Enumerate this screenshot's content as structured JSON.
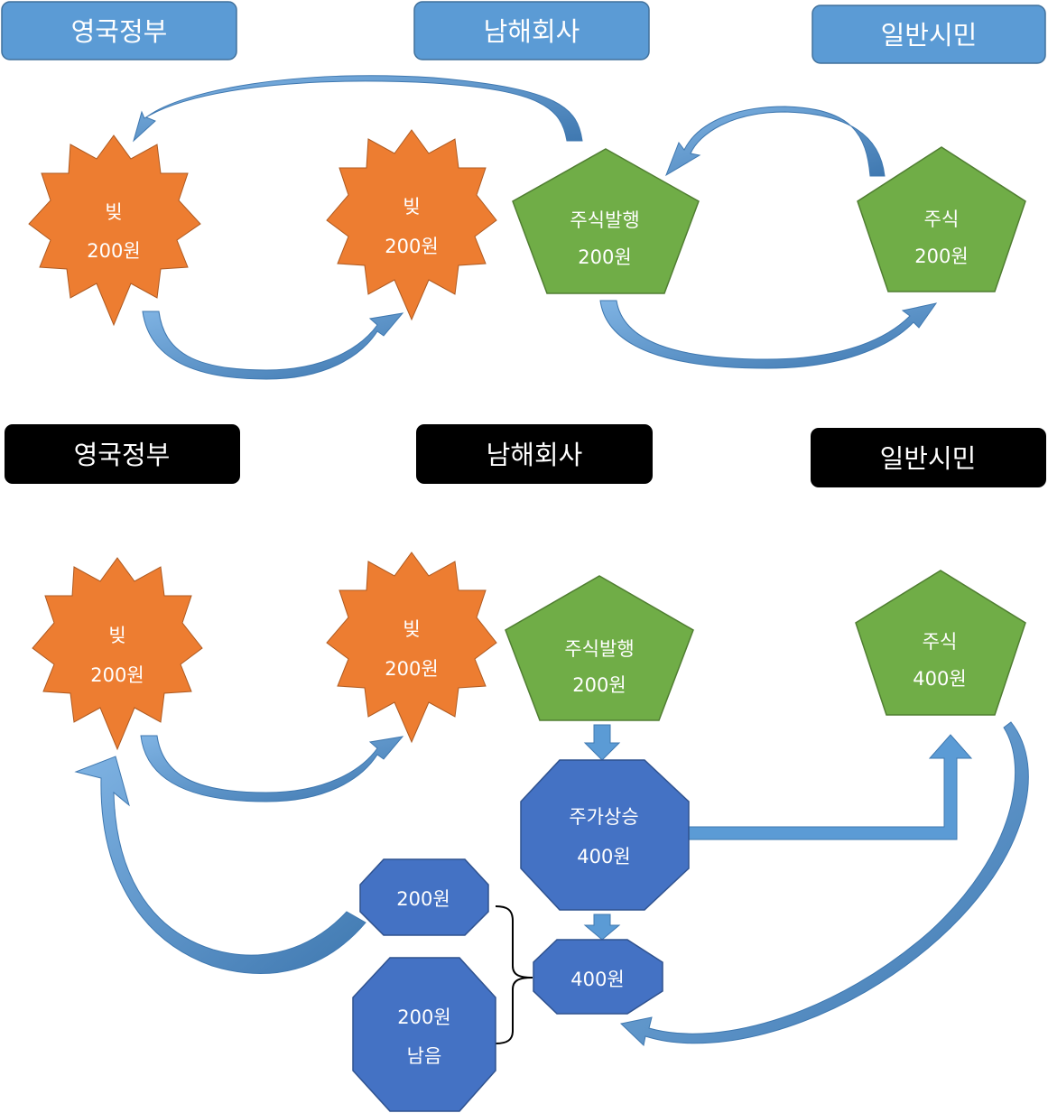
{
  "top": {
    "headers": [
      "영국정부",
      "남해회사",
      "일반시민"
    ],
    "debt_left": {
      "line1": "빚",
      "line2": "200원"
    },
    "debt_mid": {
      "line1": "빚",
      "line2": "200원"
    },
    "stock_issue": {
      "line1": "주식발행",
      "line2": "200원"
    },
    "stock": {
      "line1": "주식",
      "line2": "200원"
    }
  },
  "bottom": {
    "headers": [
      "영국정부",
      "남해회사",
      "일반시민"
    ],
    "debt_left": {
      "line1": "빚",
      "line2": "200원"
    },
    "debt_mid": {
      "line1": "빚",
      "line2": "200원"
    },
    "stock_issue": {
      "line1": "주식발행",
      "line2": "200원"
    },
    "stock": {
      "line1": "주식",
      "line2": "400원"
    },
    "price_rise": {
      "line1": "주가상승",
      "line2": "400원"
    },
    "proceeds": {
      "line1": "400원"
    },
    "to_gov": {
      "line1": "200원"
    },
    "remaining": {
      "line1": "200원",
      "line2": "남음"
    }
  },
  "colors": {
    "header_blue": "#5b9bd5",
    "header_black": "#000000",
    "debt_orange": "#ed7d31",
    "stock_green": "#70ad47",
    "octagon_blue": "#4472c4",
    "arrow_blue": "#5b9bd5"
  },
  "icons": [
    "curved-arrow",
    "block-arrow"
  ]
}
